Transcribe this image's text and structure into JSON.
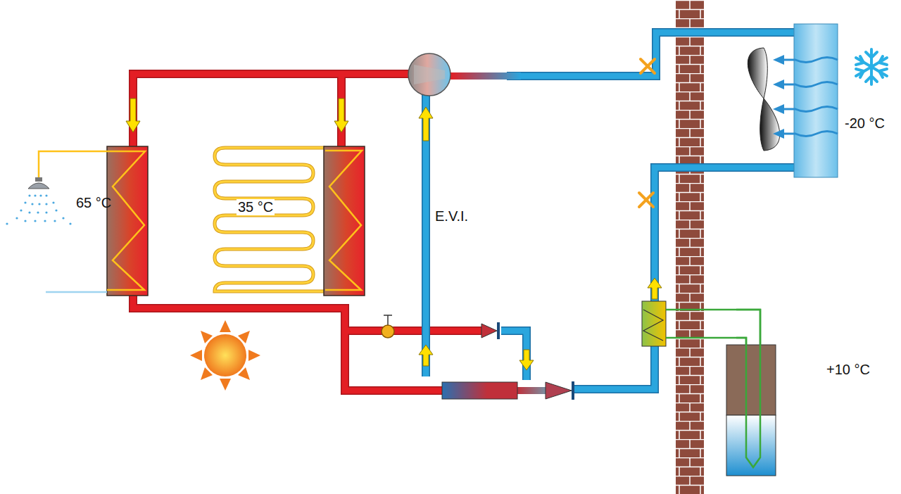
{
  "diagram": {
    "labels": [
      "65 °C",
      "35 °C",
      "E.V.I.",
      "-20 °C",
      "+10 °C"
    ]
  }
}
